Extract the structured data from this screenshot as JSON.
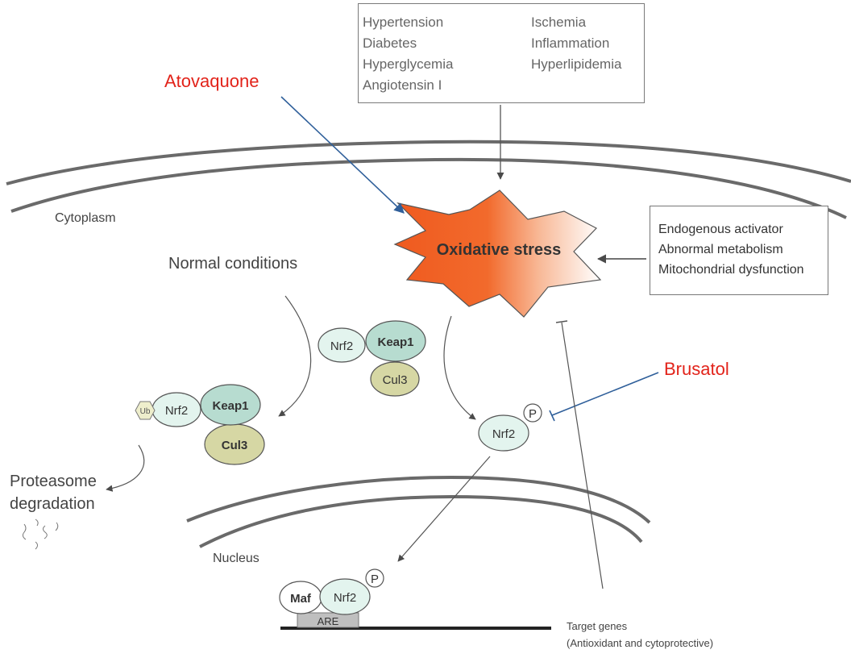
{
  "risk_factors": {
    "left_column": [
      "Hypertension",
      "Diabetes",
      "Hyperglycemia",
      "Angiotensin I"
    ],
    "right_column": [
      "Ischemia",
      "Inflammation",
      "Hyperlipidemia"
    ]
  },
  "activators": {
    "items": [
      "Endogenous activator",
      "Abnormal metabolism",
      "Mitochondrial dysfunction"
    ]
  },
  "drugs": {
    "atovaquone": "Atovaquone",
    "brusatol": "Brusatol",
    "color": "#e2231a"
  },
  "compartments": {
    "cytoplasm": "Cytoplasm",
    "nucleus": "Nucleus"
  },
  "labels": {
    "oxidative_stress": "Oxidative stress",
    "normal_conditions": "Normal conditions",
    "proteasome_line1": "Proteasome",
    "proteasome_line2": "degradation",
    "target_genes_line1": "Target genes",
    "target_genes_line2": "(Antioxidant and cytoprotective)"
  },
  "proteins": {
    "nrf2": "Nrf2",
    "keap1": "Keap1",
    "cul3": "Cul3",
    "maf": "Maf",
    "ub": "Ub",
    "phospho": "P",
    "are": "ARE"
  },
  "colors": {
    "nrf2_fill": "#e3f4ee",
    "keap1_fill": "#b7dcd0",
    "cul3_fill": "#d6d7a4",
    "stress_orange": "#ef5a1f",
    "drug_arrow": "#2f5f9a"
  }
}
